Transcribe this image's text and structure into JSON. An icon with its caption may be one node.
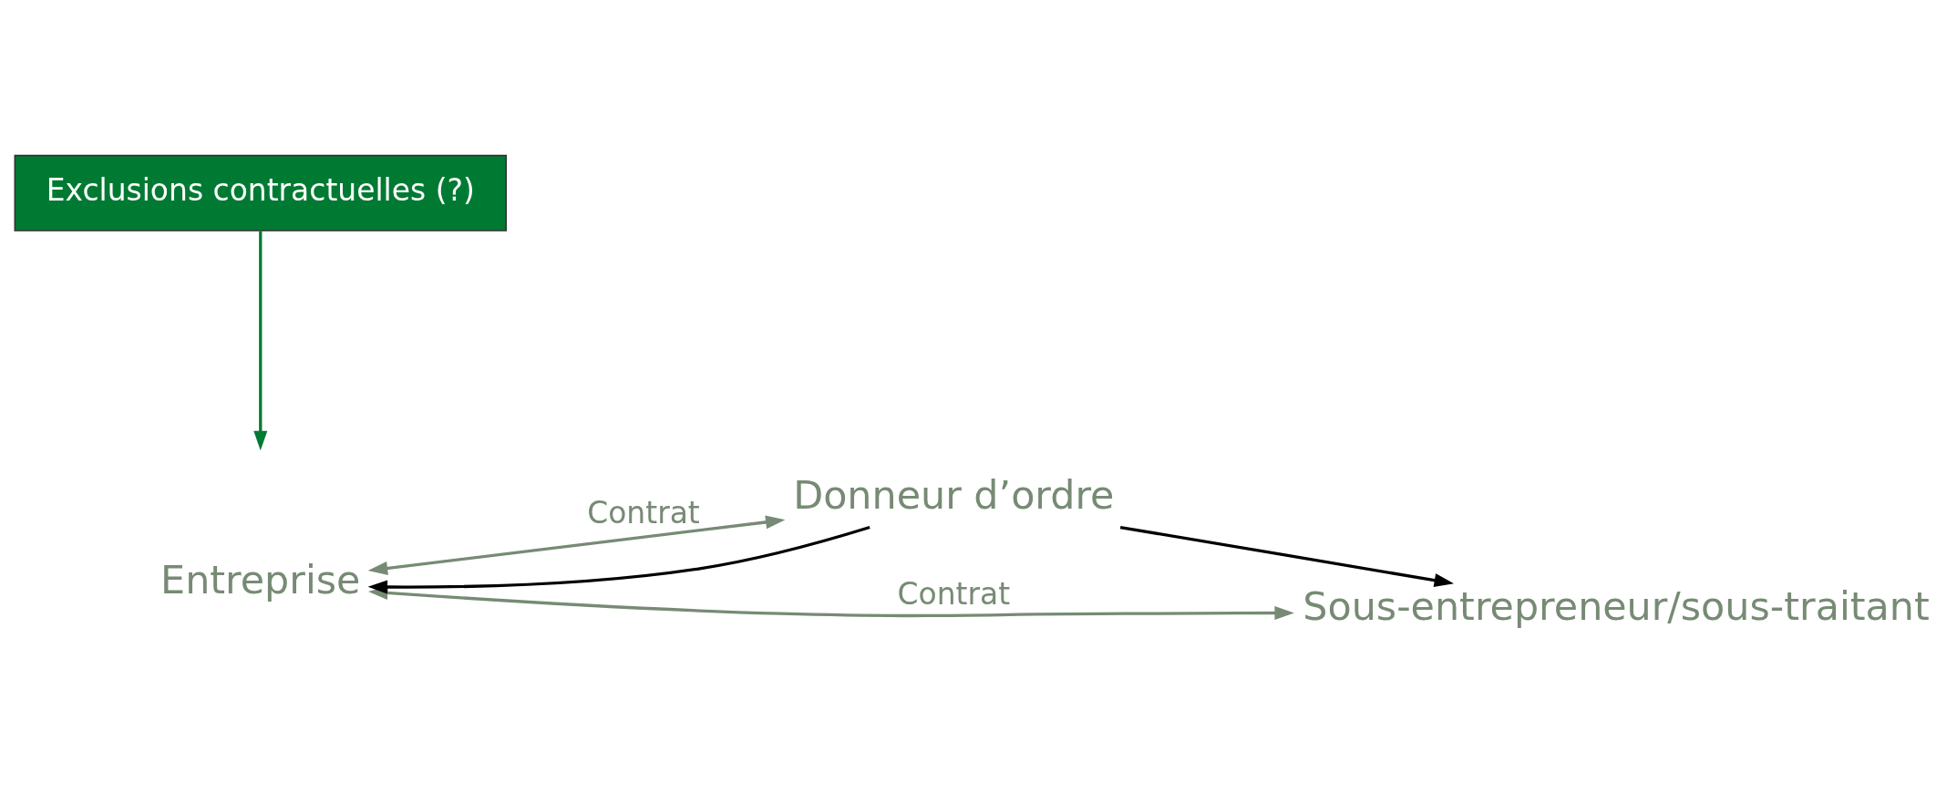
{
  "diagram": {
    "nodes": [
      {
        "text": [
          "Entreprise"
        ]
      },
      {
        "text": [
          "Donneur d’ordre"
        ]
      },
      {
        "text": [
          "Sous-entrepreneur/sous-traitant"
        ]
      },
      {
        "text": [
          "Exclusions contractuelles (?)"
        ]
      }
    ],
    "edges": [
      {
        "from": 0,
        "to": 1,
        "arrow": "both",
        "label": "Contrat",
        "color": "#778b74"
      },
      {
        "from": 1,
        "to": 0,
        "arrow": "to",
        "color": "#000000"
      },
      {
        "from": 0,
        "to": 2,
        "arrow": "both",
        "label": "Contrat",
        "color": "#778b74"
      },
      {
        "from": 1,
        "to": 2,
        "arrow": "to",
        "color": "#000000"
      },
      {
        "from": 3,
        "to": null,
        "arrow": "to",
        "color": "#007a33"
      }
    ]
  }
}
